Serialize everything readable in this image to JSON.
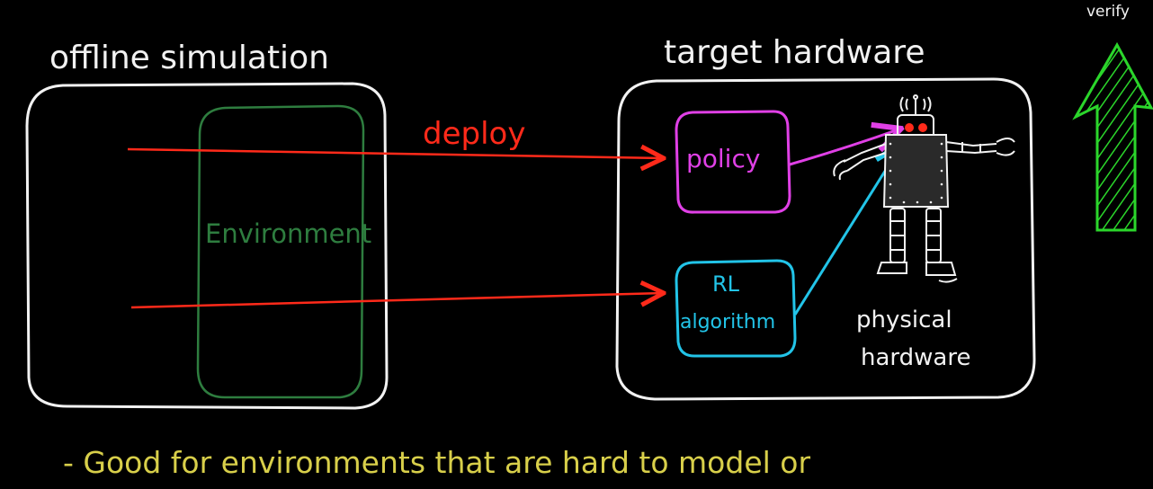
{
  "colors": {
    "background": "#000000",
    "chalk": "#f2f2f2",
    "environment": "#2e7d3f",
    "deploy_arrow": "#ff2a1a",
    "policy": "#e040e6",
    "rl": "#22c4e8",
    "verify": "#2bd62b",
    "note": "#d8cf4a"
  },
  "labels": {
    "offline_simulation": "offline simulation",
    "target_hardware": "target hardware",
    "environment": "Environment",
    "deploy": "deploy",
    "policy": "policy",
    "rl_line1": "RL",
    "rl_line2": "algorithm",
    "physical_line1": "physical",
    "physical_line2": "hardware",
    "verify": "verify"
  },
  "note": "- Good for environments that are hard to model or",
  "icons": {
    "robot": "robot-icon",
    "signal": "antenna-signal-icon",
    "verify_arrow": "up-arrow-icon"
  }
}
